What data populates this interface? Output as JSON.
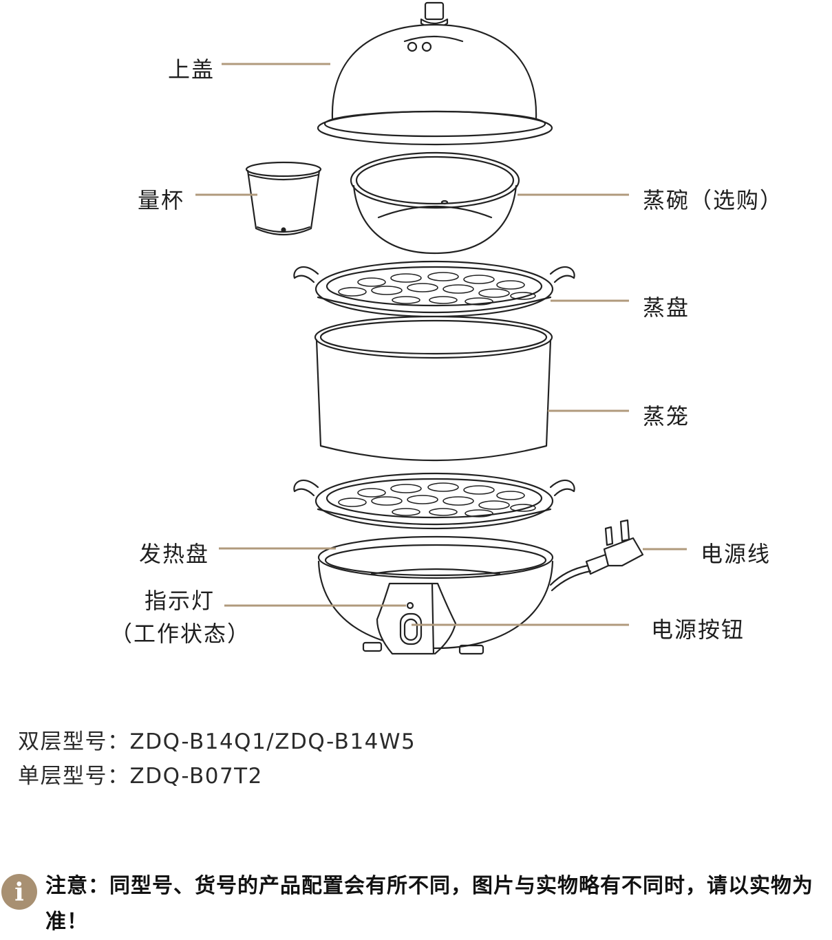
{
  "diagram": {
    "parts": [
      {
        "id": "lid",
        "label": "上盖"
      },
      {
        "id": "measuring-cup",
        "label": "量杯"
      },
      {
        "id": "steam-bowl",
        "label": "蒸碗（选购）"
      },
      {
        "id": "steam-tray",
        "label": "蒸盘"
      },
      {
        "id": "steamer-basket",
        "label": "蒸笼"
      },
      {
        "id": "heating-plate",
        "label": "发热盘"
      },
      {
        "id": "indicator-light",
        "label": "指示灯",
        "label_line2": "（工作状态）"
      },
      {
        "id": "power-cord",
        "label": "电源线"
      },
      {
        "id": "power-button",
        "label": "电源按钮"
      }
    ],
    "leader_color": "#b09a7c"
  },
  "models": {
    "double": "双层型号：ZDQ-B14Q1/ZDQ-B14W5",
    "single": "单层型号：ZDQ-B07T2"
  },
  "notice": {
    "icon": "info-icon",
    "icon_color": "#a89072",
    "text": "注意：同型号、货号的产品配置会有所不同，图片与实物略有不同时，请以实物为准！"
  }
}
